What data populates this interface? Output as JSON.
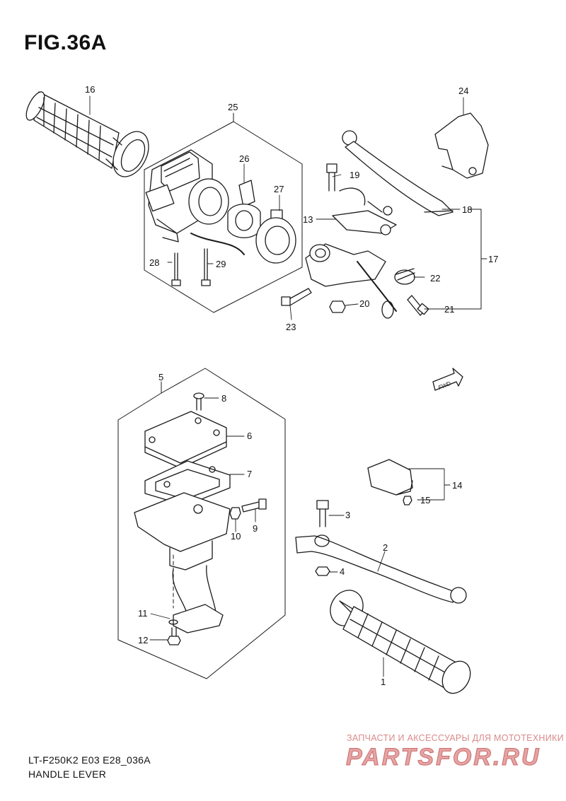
{
  "figure": {
    "title": "FIG.36A",
    "model_code": "LT-F250K2 E03 E28_036A",
    "caption": "HANDLE LEVER"
  },
  "watermark": {
    "line1": "ЗАПЧАСТИ И АКСЕССУАРЫ ДЛЯ МОТОТЕХНИКИ",
    "line2": "PARTSFOR.RU"
  },
  "fwd_label": "FWD",
  "callouts": {
    "c1": "1",
    "c2": "2",
    "c3": "3",
    "c4": "4",
    "c5": "5",
    "c6": "6",
    "c7": "7",
    "c8": "8",
    "c9": "9",
    "c10": "10",
    "c11": "11",
    "c12": "12",
    "c13": "13",
    "c14": "14",
    "c15": "15",
    "c16": "16",
    "c17": "17",
    "c18": "18",
    "c19": "19",
    "c20": "20",
    "c21": "21",
    "c22": "22",
    "c23": "23",
    "c24": "24",
    "c25": "25",
    "c26": "26",
    "c27": "27",
    "c28": "28",
    "c29": "29"
  },
  "colors": {
    "line": "#1a1a1a",
    "watermark": "#d98a8a"
  }
}
